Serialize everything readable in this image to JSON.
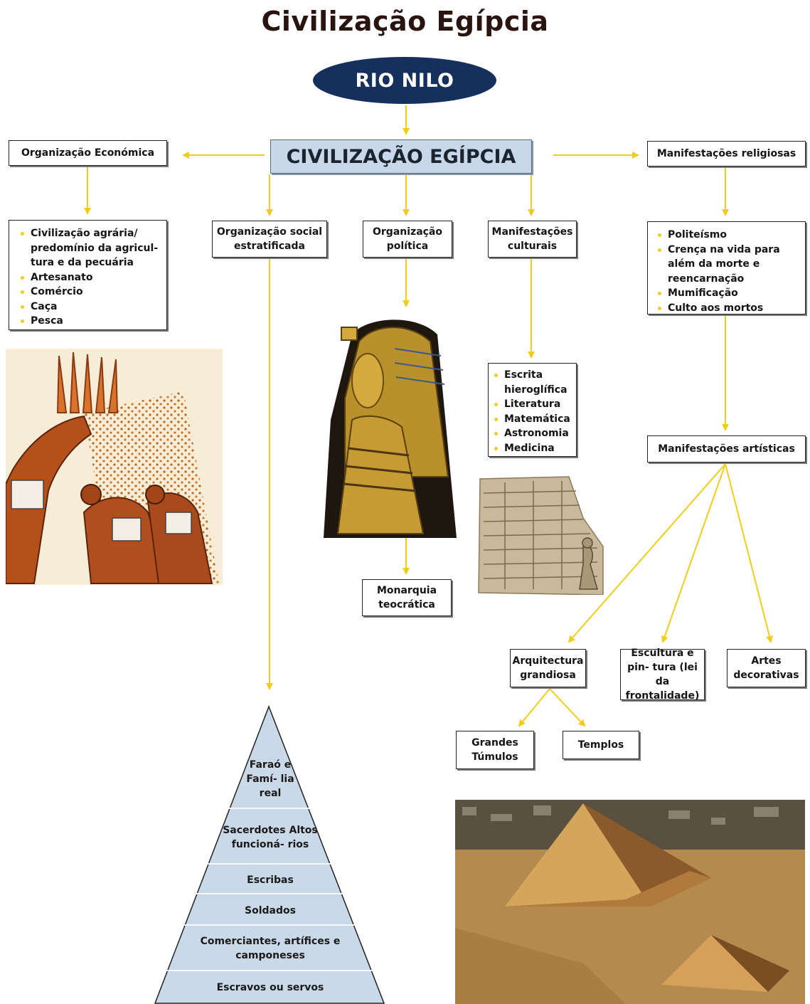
{
  "title": "Civilização Egípcia",
  "root": "RIO NILO",
  "central": "CIVILIZAÇÃO EGÍPCIA",
  "economic": {
    "heading": "Organização Económica",
    "items": [
      "Civilização agrária/ predomínio da agricul- tura e da pecuária",
      "Artesanato",
      "Comércio",
      "Caça",
      "Pesca"
    ]
  },
  "social": {
    "heading": "Organização social estratificada"
  },
  "political": {
    "heading": "Organização política",
    "result": "Monarquia teocrática"
  },
  "cultural": {
    "heading": "Manifestações culturais",
    "items": [
      "Escrita hieroglífica",
      "Literatura",
      "Matemática",
      "Astronomia",
      "Medicina"
    ]
  },
  "religious": {
    "heading": "Manifestações religiosas",
    "items": [
      "Politeísmo",
      "Crença na vida para além da morte e reencarnação",
      "Mumificação",
      "Culto aos mortos"
    ]
  },
  "artistic": {
    "heading": "Manifestações artísticas",
    "architecture": "Arquitectura grandiosa",
    "sculpture": "Escultura e pin- tura (lei da frontalidade)",
    "decorative": "Artes decorativas",
    "tombs": "Grandes Túmulos",
    "temples": "Templos"
  },
  "pyramid": [
    "Faraó e Famí- lia real",
    "Sacerdotes Altos funcioná- rios",
    "Escribas",
    "Soldados",
    "Comerciantes, artífices e camponeses",
    "Escravos ou servos"
  ],
  "colors": {
    "arrow": "#f2cc1b",
    "oval": "#16305d",
    "central_fill": "#c8d8e8",
    "pyramid_fill": "#c9d9e8"
  }
}
